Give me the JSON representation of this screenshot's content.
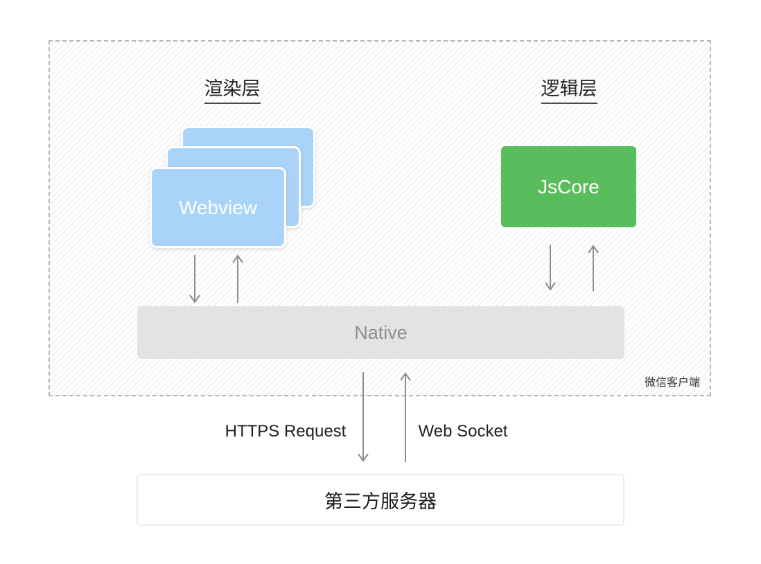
{
  "diagram": {
    "client_container": {
      "label": "微信客户端",
      "render_layer": {
        "title": "渲染层",
        "webview_label": "Webview"
      },
      "logic_layer": {
        "title": "逻辑层",
        "jscore_label": "JsCore"
      },
      "native_label": "Native"
    },
    "connections": {
      "https_label": "HTTPS Request",
      "websocket_label": "Web Socket"
    },
    "server": {
      "label": "第三方服务器"
    },
    "colors": {
      "webview_blue": "#a9d3f8",
      "jscore_green": "#5abd5d",
      "native_gray": "#e3e3e3",
      "arrow_gray": "#8c8c8c",
      "dashed_border": "#b5b5b5"
    }
  }
}
